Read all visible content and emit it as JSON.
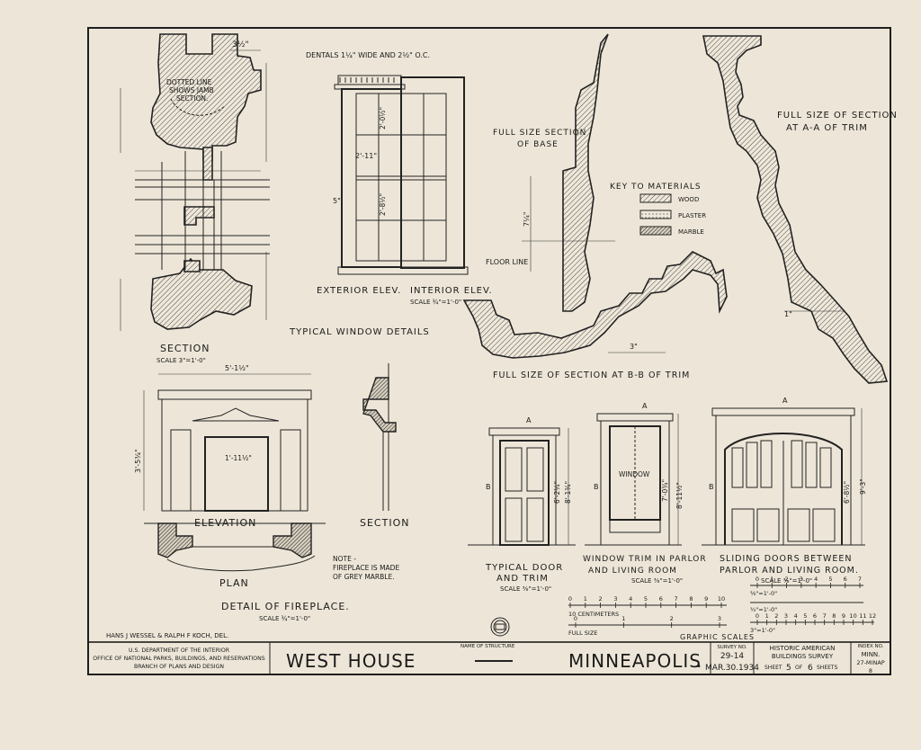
{
  "colors": {
    "paper": "#ede6d8",
    "ink": "#1e1e1e"
  },
  "window": {
    "dentals_note": "DENTALS 1¼\" WIDE AND 2½\" O.C.",
    "jamb_note": "DOTTED LINE SHOWS JAMB SECTION.",
    "section_label": "SECTION",
    "section_scale": "SCALE 3\"=1'-0\"",
    "ext_label": "EXTERIOR ELEV.",
    "int_label": "INTERIOR ELEV.",
    "elev_scale": "SCALE ¾\"=1'-0\"",
    "title": "TYPICAL WINDOW DETAILS",
    "dim_width": "2'-11\"",
    "dim_top": "2'-0½\"",
    "dim_bottom": "2'-8½\"",
    "dim_side": "5\"",
    "dim_head": "3½\""
  },
  "base": {
    "title_line1": "FULL SIZE SECTION",
    "title_line2": "OF BASE",
    "floor_line": "FLOOR LINE",
    "dim_height": "7¼\""
  },
  "key": {
    "title": "KEY TO MATERIALS",
    "items": [
      "WOOD",
      "PLASTER",
      "MARBLE"
    ]
  },
  "trim_aa": {
    "title_line1": "FULL SIZE OF SECTION",
    "title_line2": "AT A-A OF TRIM",
    "dim": "1\""
  },
  "trim_bb": {
    "title": "FULL SIZE OF SECTION AT B-B OF TRIM",
    "dim": "3\""
  },
  "fireplace": {
    "elevation": "ELEVATION",
    "section": "SECTION",
    "plan": "PLAN",
    "note_line1": "NOTE -",
    "note_line2": "FIREPLACE IS MADE",
    "note_line3": "OF GREY MARBLE.",
    "title": "DETAIL OF FIREPLACE.",
    "scale": "SCALE ¾\"=1'-0\"",
    "dim_width": "5'-1½\"",
    "dim_height": "3'-5¾\"",
    "dim_opening": "1'-11½\""
  },
  "doors": {
    "door_title_line1": "TYPICAL DOOR",
    "door_title_line2": "AND TRIM",
    "door_scale": "SCALE ⅜\"=1'-0\"",
    "window_title_line1": "WINDOW TRIM IN PARLOR",
    "window_title_line2": "AND LIVING ROOM",
    "window_scale": "SCALE ⅜\"=1'-0\"",
    "window_word": "WINDOW",
    "sliding_title_line1": "SLIDING DOORS BETWEEN",
    "sliding_title_line2": "PARLOR AND LIVING ROOM.",
    "sliding_scale": "SCALE ⅜\"=1'-0\"",
    "section_mark": "A",
    "b_mark": "B",
    "dim_door_h": "8'-1¾\"",
    "dim_door_i": "6'-2¼\"",
    "dim_win_h": "8'-11½\"",
    "dim_win_i": "7'-0¾\"",
    "dim_slide_h": "9'-3\"",
    "dim_slide_i": "6'-8½\""
  },
  "scales": {
    "cm_ticks": [
      "0",
      "1",
      "2",
      "3",
      "4",
      "5",
      "6",
      "7",
      "8",
      "9",
      "10"
    ],
    "cm_label": "10 CENTIMETERS",
    "full_size": "FULL SIZE",
    "graphic_scales": "GRAPHIC SCALES",
    "sc_a_ticks": [
      "0",
      "1",
      "2",
      "3",
      "4",
      "5",
      "6",
      "7"
    ],
    "sc_a_label": "⅜\"=1'-0\"",
    "sc_b_label": "¾\"=1'-0\"",
    "sc_c_ticks": [
      "0",
      "1",
      "2",
      "3",
      "4",
      "5",
      "6",
      "7",
      "8",
      "9",
      "10",
      "11",
      "12"
    ],
    "sc_c_label": "3\"=1'-0\"",
    "full_ticks": [
      "0",
      "1",
      "2",
      "3"
    ]
  },
  "delineators": "HANS J WESSEL & RALPH F KOCH, DEL.",
  "title_block": {
    "agency_line1": "U.S. DEPARTMENT OF THE INTERIOR",
    "agency_line2": "OFFICE OF NATIONAL PARKS, BUILDINGS, AND RESERVATIONS",
    "agency_line3": "BRANCH OF PLANS AND DESIGN",
    "name_label": "NAME OF STRUCTURE",
    "structure": "WEST HOUSE",
    "city": "MINNEAPOLIS",
    "survey_label": "SURVEY NO.",
    "survey_no": "29-14",
    "survey_date": "MAR.30.1934",
    "habs_line1": "HISTORIC AMERICAN",
    "habs_line2": "BUILDINGS SURVEY",
    "sheet_label": "SHEET",
    "sheet_no": "5",
    "sheet_of": "OF",
    "sheet_total": "6",
    "sheets_label": "SHEETS",
    "index_label": "INDEX NO.",
    "index_line1": "MINN.",
    "index_line2": "27-MINAP",
    "index_line3": "8"
  }
}
